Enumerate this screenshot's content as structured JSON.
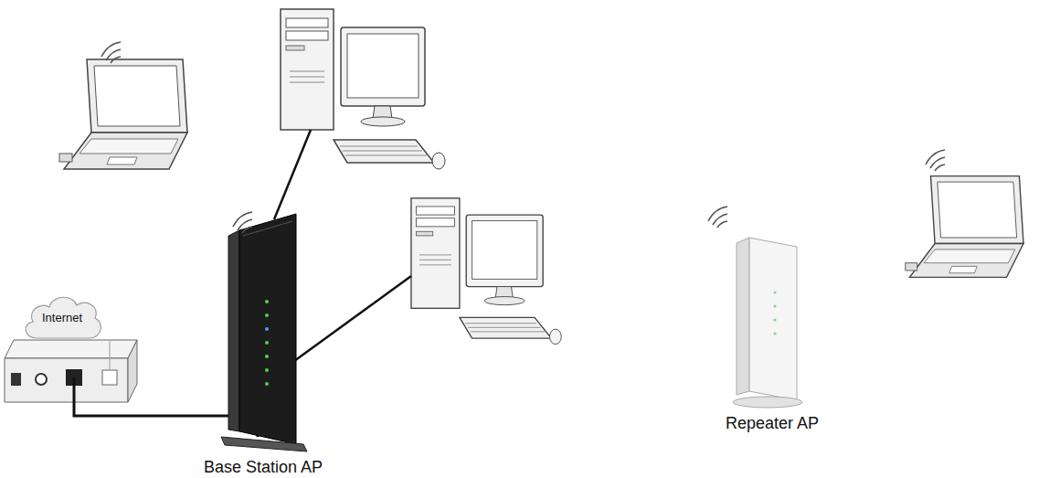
{
  "diagram": {
    "nodes": [
      {
        "text": [
          "Internet"
        ]
      },
      {
        "text": [
          "Base Station AP"
        ]
      },
      {
        "text": [
          "Repeater AP"
        ]
      }
    ]
  }
}
